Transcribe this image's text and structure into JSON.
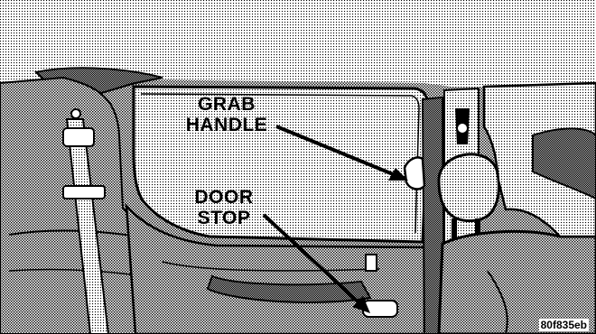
{
  "labels": {
    "grab_handle": [
      "GRAB",
      "HANDLE"
    ],
    "door_stop": [
      "DOOR",
      "STOP"
    ]
  },
  "figure_code": "80f835eb",
  "icons": [
    "seat-belt-icon",
    "headrest-icon"
  ],
  "colors": {
    "ink": "#000000",
    "paper": "#ffffff",
    "stipple": "#b8b8b8"
  }
}
